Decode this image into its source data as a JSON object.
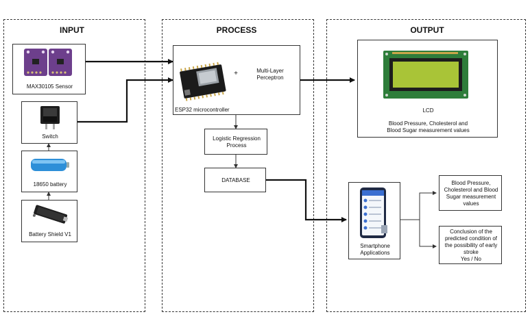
{
  "sections": {
    "input": "INPUT",
    "process": "PROCESS",
    "output": "OUTPUT"
  },
  "input": {
    "sensor": "MAX30105 Sensor",
    "switch": "Switch",
    "battery": "18650 battery",
    "shield": "Battery Shield V1"
  },
  "process": {
    "plus": "+",
    "mlp": "Multi-Layer\nPerceptron",
    "esp32": "ESP32 microcontroller",
    "logistic": "Logistic Regression\nProcess",
    "database": "DATABASE"
  },
  "output": {
    "lcd": "LCD",
    "lcd_desc": "Blood Pressure, Cholesterol and\nBlood Sugar measurement values",
    "smartphone": "Smartphone\nApplications",
    "result_values": "Blood Pressure,\nCholesterol and Blood\nSugar measurement\nvalues",
    "conclusion": "Conclusion of the\npredicted condition of\nthe possibility of early\nstroke\nYes / No"
  },
  "colors": {
    "lcd_screen": "#a9c437",
    "sensor_board": "#6d3f8c",
    "battery": "#2d8fd8",
    "esp32_board": "#1b1b1b"
  }
}
